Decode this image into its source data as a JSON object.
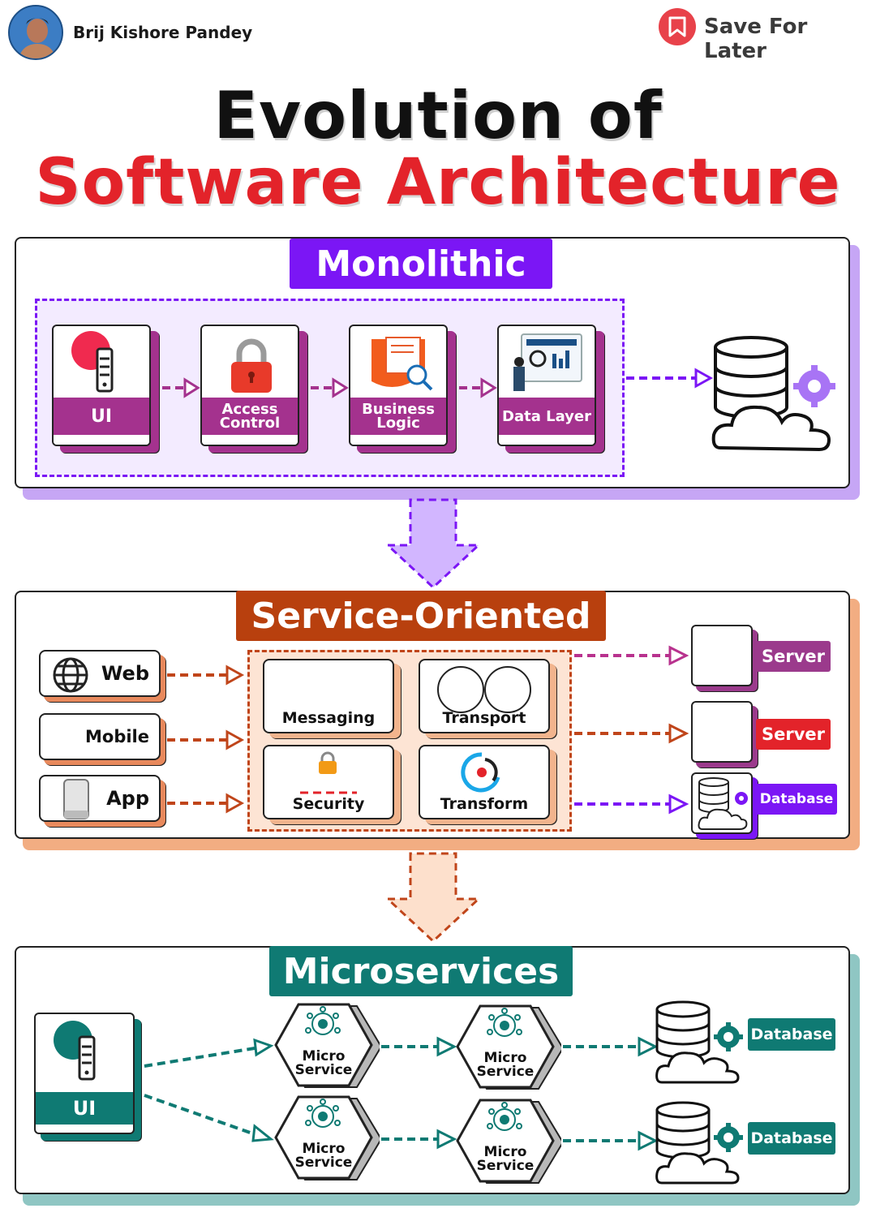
{
  "header": {
    "author": "Brij Kishore Pandey",
    "save_label": "Save For Later",
    "title_line1": "Evolution of",
    "title_line2": "Software Architecture"
  },
  "monolithic": {
    "title": "Monolithic",
    "cards": [
      {
        "label": "UI"
      },
      {
        "label": "Access Control"
      },
      {
        "label": "Business Logic"
      },
      {
        "label": "Data Layer"
      }
    ]
  },
  "soa": {
    "title": "Service-Oriented",
    "clients": [
      "Web",
      "Mobile",
      "App"
    ],
    "services": [
      "Messaging",
      "Transport",
      "Security",
      "Transform"
    ],
    "targets": [
      "Server",
      "Server",
      "Database"
    ]
  },
  "micro": {
    "title": "Microservices",
    "ui_label": "UI",
    "service_label_1": "Micro",
    "service_label_2": "Service",
    "db_label": "Database"
  },
  "colors": {
    "monolithic": "#7b16f5",
    "monolithic_card": "#a4328e",
    "soa": "#b8400e",
    "soa_server": "#9b3a8c",
    "soa_server_red": "#e3232a",
    "soa_db": "#7b16f5",
    "micro": "#0f7a73",
    "title_red": "#e3232a"
  }
}
